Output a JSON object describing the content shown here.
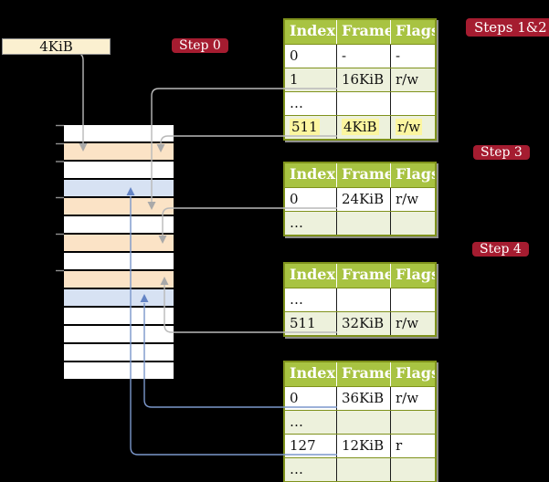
{
  "colors": {
    "background": "#000000",
    "badge_red": "#a51c30",
    "table_header_green": "#a8c342",
    "table_row_green": "#edf1dc",
    "table_border_olive": "#7f921c",
    "highlight_yellow": "#fcf6a0",
    "memory_row_peach": "#fbe3c6",
    "memory_row_blue": "#d7e2f3",
    "page_box_cream": "#fbf0d0",
    "connector_gray": "#b9b9b9",
    "connector_blue": "#7b97cb"
  },
  "page_box": {
    "label": "4KiB"
  },
  "badges": {
    "step0": "Step 0",
    "steps12": "Steps 1&2",
    "step3": "Step 3",
    "step4": "Step 4"
  },
  "tables": [
    {
      "name": "page-table-steps-1-2",
      "headers": [
        "Index",
        "Frame",
        "Flags"
      ],
      "rows": [
        {
          "cells": [
            "0",
            "-",
            "-"
          ],
          "green": false,
          "highlight": false
        },
        {
          "cells": [
            "1",
            "16KiB",
            "r/w"
          ],
          "green": true,
          "highlight": false
        },
        {
          "cells": [
            "…",
            "",
            ""
          ],
          "green": false,
          "highlight": false
        },
        {
          "cells": [
            "511",
            "4KiB",
            "r/w"
          ],
          "green": true,
          "highlight": true
        }
      ]
    },
    {
      "name": "page-table-step-3",
      "headers": [
        "Index",
        "Frame",
        "Flags"
      ],
      "rows": [
        {
          "cells": [
            "0",
            "24KiB",
            "r/w"
          ],
          "green": false,
          "highlight": false
        },
        {
          "cells": [
            "…",
            "",
            ""
          ],
          "green": true,
          "highlight": false
        }
      ]
    },
    {
      "name": "page-table-step-4",
      "headers": [
        "Index",
        "Frame",
        "Flags"
      ],
      "rows": [
        {
          "cells": [
            "…",
            "",
            ""
          ],
          "green": false,
          "highlight": false
        },
        {
          "cells": [
            "511",
            "32KiB",
            "r/w"
          ],
          "green": true,
          "highlight": false
        }
      ]
    },
    {
      "name": "page-table-final",
      "headers": [
        "Index",
        "Frame",
        "Flags"
      ],
      "rows": [
        {
          "cells": [
            "0",
            "36KiB",
            "r/w"
          ],
          "green": false,
          "highlight": false
        },
        {
          "cells": [
            "…",
            "",
            ""
          ],
          "green": true,
          "highlight": false
        },
        {
          "cells": [
            "127",
            "12KiB",
            "r"
          ],
          "green": false,
          "highlight": false
        },
        {
          "cells": [
            "…",
            "",
            ""
          ],
          "green": true,
          "highlight": false
        }
      ]
    }
  ],
  "memory_stack": {
    "rows": [
      "white",
      "peach",
      "white",
      "blue",
      "peach",
      "white",
      "peach",
      "white",
      "peach",
      "blue",
      "white",
      "white",
      "white",
      "white"
    ]
  }
}
